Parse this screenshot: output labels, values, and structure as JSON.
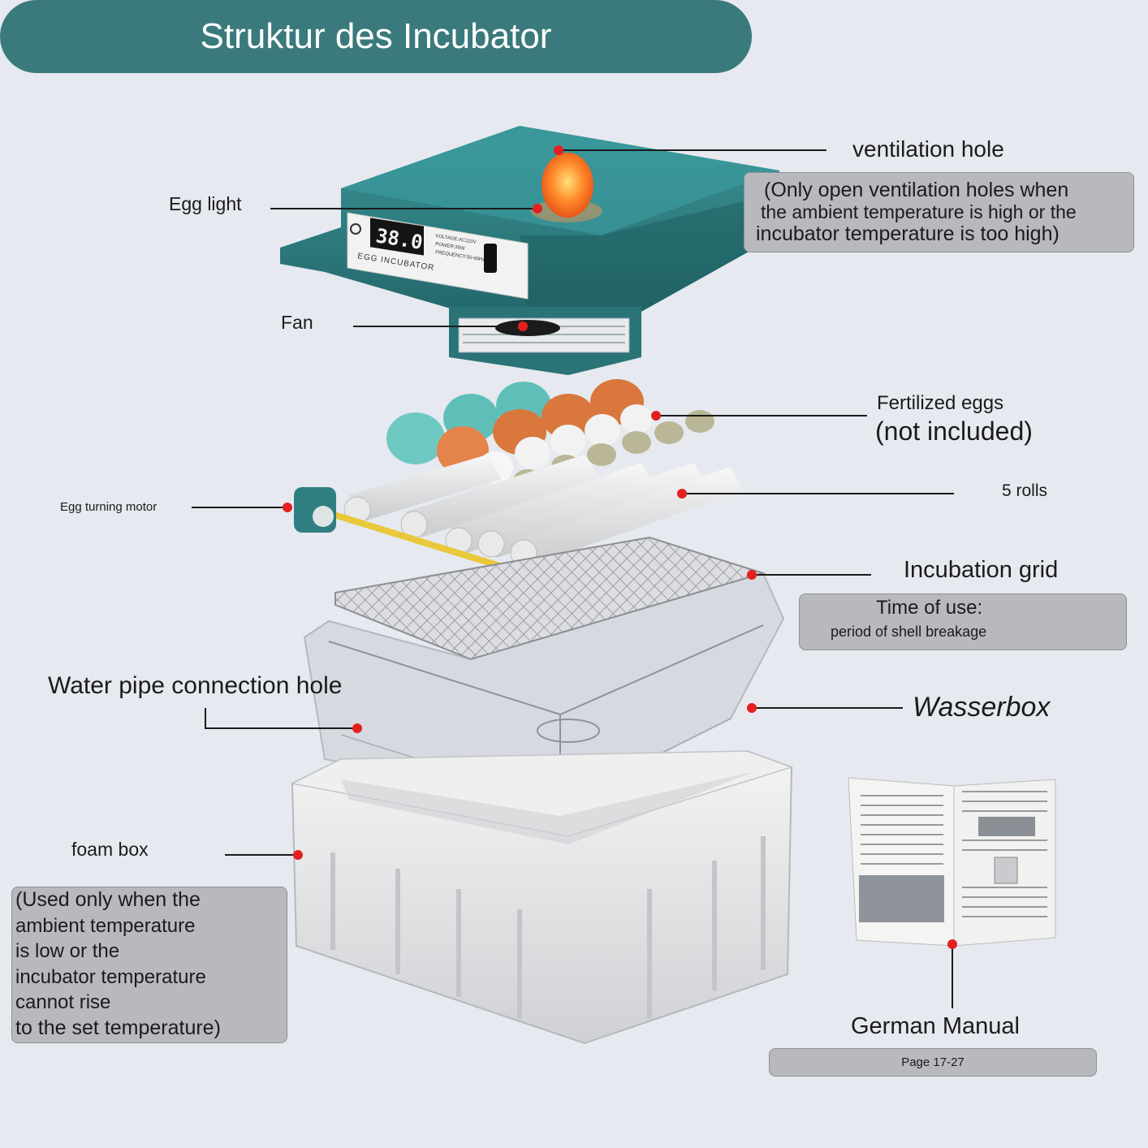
{
  "title": "Struktur des Incubator",
  "device_panel": {
    "display": "38.0",
    "brand": "EGG INCUBATOR",
    "spec_lines": [
      "VOLTAGE:AC110V",
      "POWER:35W",
      "FREQUENCY:50-60Hz"
    ]
  },
  "labels": {
    "ventilation_hole": "ventilation hole",
    "ventilation_note": [
      "(Only open ventilation holes when",
      "the ambient temperature is high or the",
      "incubator temperature is too high)"
    ],
    "egg_light": "Egg light",
    "fan": "Fan",
    "fertilized_eggs": "Fertilized eggs",
    "not_included": "(not included)",
    "rolls": "5 rolls",
    "egg_turning_motor": "Egg turning motor",
    "incubation_grid": "Incubation grid",
    "time_of_use_title": "Time of use:",
    "time_of_use_text": "period of shell breakage",
    "water_pipe_hole": "Water pipe connection hole",
    "wasserbox": "Wasserbox",
    "foam_box": "foam box",
    "foam_note": [
      "(Used only when the",
      "ambient temperature",
      "is low or the",
      "incubator temperature",
      "cannot rise",
      "to the set temperature)"
    ],
    "german_manual": "German Manual",
    "page_range": "Page 17-27"
  },
  "colors": {
    "banner": "#3a7a7c",
    "incubator_teal": "#2f7f82",
    "marker_red": "#e32020",
    "note_bg": "#b7b9bd"
  }
}
